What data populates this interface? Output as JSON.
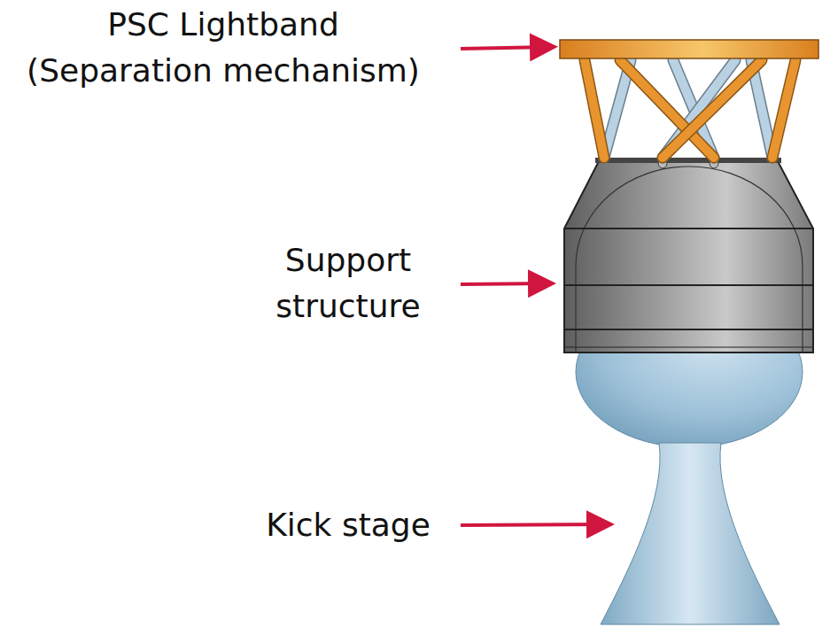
{
  "diagram": {
    "labels": [
      "PSC Lightband (Separation mechanism)",
      "Support structure",
      "Kick stage"
    ]
  }
}
